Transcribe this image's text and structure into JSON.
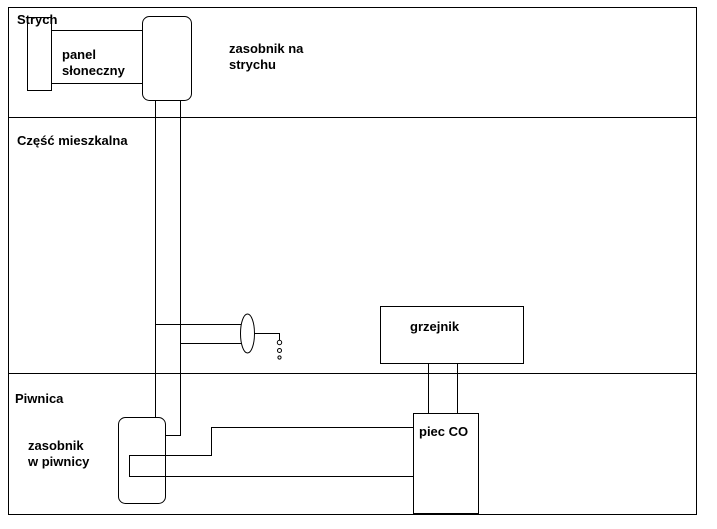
{
  "diagram": {
    "rooms": {
      "attic": "Strych",
      "living": "Część mieszkalna",
      "basement": "Piwnica"
    },
    "components": {
      "solar_panel": {
        "line1": "panel",
        "line2": "słoneczny"
      },
      "attic_tank": {
        "line1": "zasobnik na",
        "line2": "strychu"
      },
      "radiator": "grzejnik",
      "boiler": "piec CO",
      "basement_tank": {
        "line1": "zasobnik",
        "line2": "w piwnicy"
      }
    },
    "colors": {
      "line": "#000000",
      "background": "#ffffff"
    }
  }
}
